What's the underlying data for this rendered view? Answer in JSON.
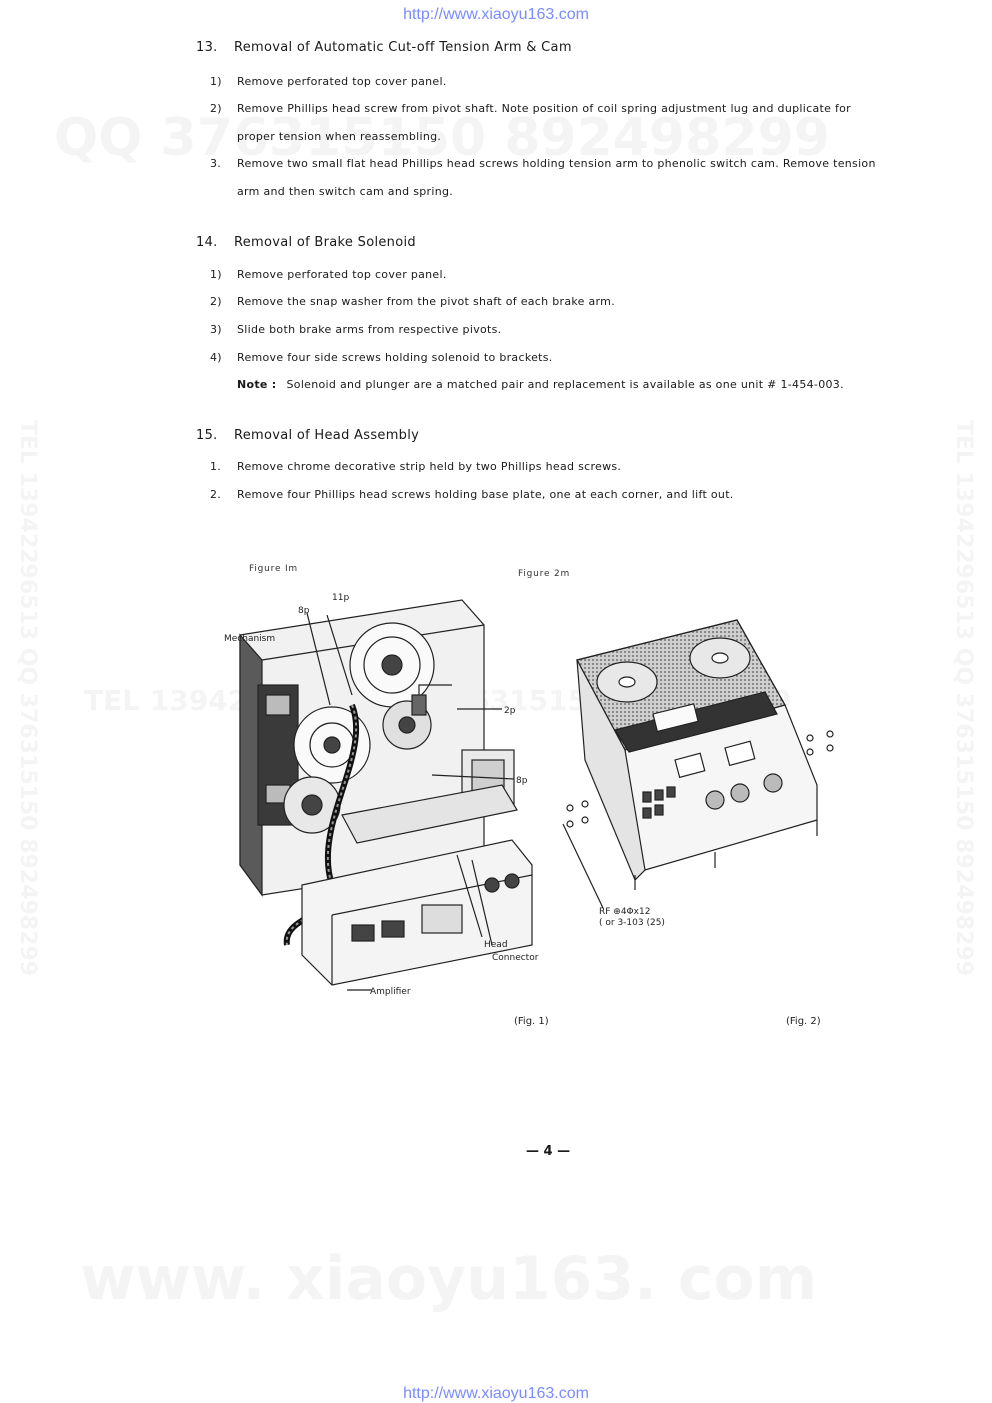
{
  "header_url": "http://www.xiaoyu163.com",
  "footer_url": "http://www.xiaoyu163.com",
  "watermarks": {
    "qq": "QQ 376315150  892498299",
    "tel": "TEL 13942296513  QQ 376315150  892498299",
    "site": "www. xiaoyu163. com"
  },
  "sections": [
    {
      "num": "13.",
      "title": "Removal of Automatic Cut-off Tension Arm & Cam",
      "steps": [
        {
          "n": "1)",
          "text": "Remove perforated top cover panel."
        },
        {
          "n": "2)",
          "text": "Remove Phillips head screw from pivot shaft.  Note position of coil spring adjustment lug and duplicate for",
          "cont": "proper tension when reassembling."
        },
        {
          "n": "3.",
          "text": "Remove two small flat head Phillips head screws holding tension arm to phenolic switch cam.  Remove tension",
          "cont": "arm and then switch cam and spring."
        }
      ]
    },
    {
      "num": "14.",
      "title": "Removal of Brake Solenoid",
      "steps": [
        {
          "n": "1)",
          "text": "Remove perforated top cover panel."
        },
        {
          "n": "2)",
          "text": "Remove the snap washer from the pivot shaft of each brake arm."
        },
        {
          "n": "3)",
          "text": "Slide both brake arms from respective pivots."
        },
        {
          "n": "4)",
          "text": "Remove four side screws holding solenoid to brackets."
        }
      ],
      "note_label": "Note :",
      "note_text": "Solenoid and plunger are a matched pair and replacement is available as one unit # 1-454-003."
    },
    {
      "num": "15.",
      "title": "Removal of Head Assembly",
      "steps": [
        {
          "n": "1.",
          "text": "Remove chrome decorative strip held by two Phillips head screws."
        },
        {
          "n": "2.",
          "text": "Remove four Phillips head screws holding base plate, one at each corner, and lift out."
        }
      ]
    }
  ],
  "figure1": {
    "caption_top": "Figure  Im",
    "labels": {
      "l11p": "11p",
      "l8p_top": "8p",
      "mechanism": "Mechanism",
      "l2p": "2p",
      "l8p_right": "8p",
      "head": "Head",
      "connector": "Connector",
      "amplifier": "Amplifier"
    },
    "caption_bottom": "(Fig.  1)"
  },
  "figure2": {
    "caption_top": "Figure  2m",
    "labels": {
      "rf1": "RF  ⊕4Φx12",
      "rf2": "( or 3-103  (25)"
    },
    "caption_bottom": "(Fig.  2)"
  },
  "page_number": "— 4 —"
}
